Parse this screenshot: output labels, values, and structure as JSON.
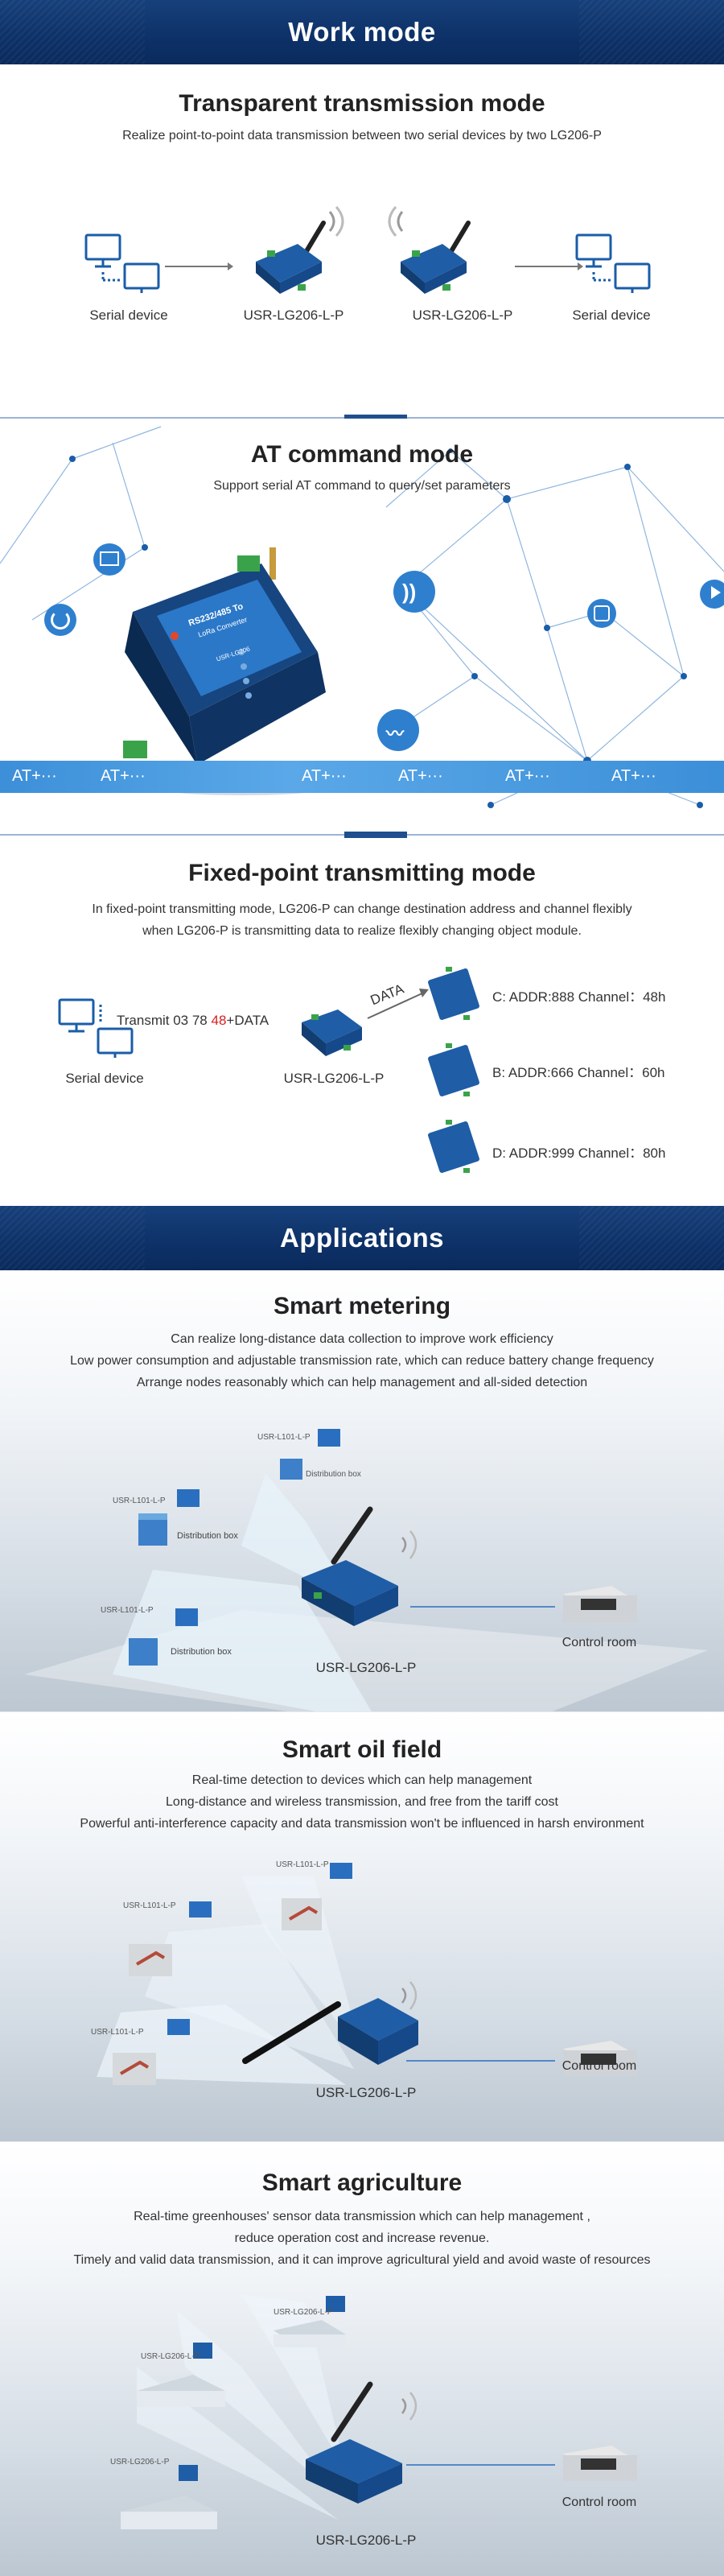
{
  "work_mode": {
    "band_title": "Work mode"
  },
  "transparent": {
    "title": "Transparent transmission mode",
    "desc": "Realize point-to-point data transmission between two serial devices by two LG206-P",
    "labels": [
      "Serial device",
      "USR-LG206-L-P",
      "USR-LG206-L-P",
      "Serial device"
    ]
  },
  "at_mode": {
    "title": "AT command mode",
    "desc": "Support serial AT command to query/set parameters",
    "bar_texts": [
      "AT+···",
      "AT+···",
      "AT+···",
      "AT+···",
      "AT+···",
      "AT+···"
    ],
    "device_text_1": "RS232/485 To",
    "device_text_2": "LoRa Converter",
    "device_model": "USR-LG206"
  },
  "fixed_point": {
    "title": "Fixed-point transmitting mode",
    "desc_1": "In fixed-point transmitting mode, LG206-P can change destination address and channel flexibly",
    "desc_2": "when LG206-P is transmitting data to realize flexibly changing object module.",
    "transmit_prefix": "Transmit 03  78 ",
    "transmit_highlight": "48",
    "transmit_suffix": "+DATA",
    "data_label": "DATA",
    "serial_label": "Serial device",
    "gateway_label": "USR-LG206-L-P",
    "targets": [
      "C:  ADDR:888  Channel：48h",
      "B:  ADDR:666  Channel：60h",
      "D:  ADDR:999  Channel：80h"
    ]
  },
  "applications": {
    "band_title": "Applications"
  },
  "smart_metering": {
    "title": "Smart metering",
    "lines": [
      "Can realize long-distance data collection to improve work efficiency",
      "Low power consumption and adjustable transmission rate, which can reduce battery change frequency",
      "Arrange nodes reasonably which can help management and all-sided detection"
    ],
    "node_model": "USR-L101-L-P",
    "box_label": "Distribution box",
    "gateway_label": "USR-LG206-L-P",
    "control_room": "Control room"
  },
  "smart_oil": {
    "title": "Smart oil field",
    "lines": [
      "Real-time detection to devices which can help management",
      "Long-distance and wireless transmission, and free from the tariff cost",
      "Powerful anti-interference capacity and data transmission won't be influenced in harsh environment"
    ],
    "node_model": "USR-L101-L-P",
    "gateway_label": "USR-LG206-L-P",
    "control_room": "Control room"
  },
  "smart_agri": {
    "title": "Smart agriculture",
    "lines": [
      "Real-time greenhouses' sensor data transmission which can help management ,",
      "reduce operation cost and increase revenue.",
      "Timely and valid data transmission, and it can improve agricultural yield and avoid waste of resources"
    ],
    "node_model": "USR-LG206-L-P",
    "gateway_label": "USR-LG206-L-P",
    "control_room": "Control room"
  }
}
